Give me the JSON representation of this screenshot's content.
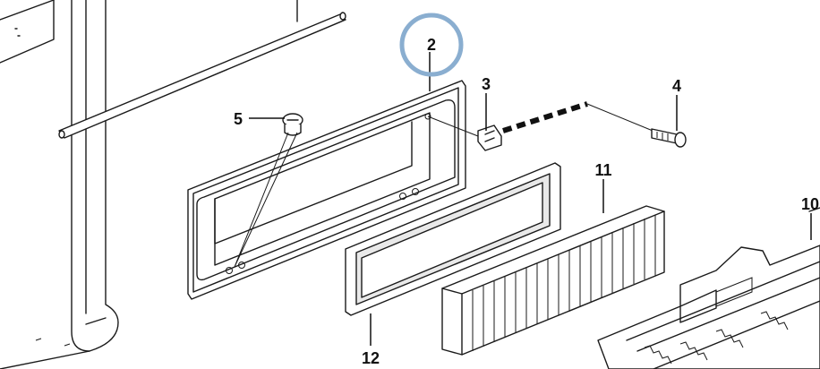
{
  "callouts": [
    {
      "id": "2",
      "highlighted": true
    },
    {
      "id": "3",
      "highlighted": false
    },
    {
      "id": "4",
      "highlighted": false
    },
    {
      "id": "5",
      "highlighted": false
    },
    {
      "id": "10",
      "highlighted": false
    },
    {
      "id": "11",
      "highlighted": false
    },
    {
      "id": "12",
      "highlighted": false
    }
  ],
  "highlight_color": "#8aaed0",
  "line_color": "#1a1a1a"
}
